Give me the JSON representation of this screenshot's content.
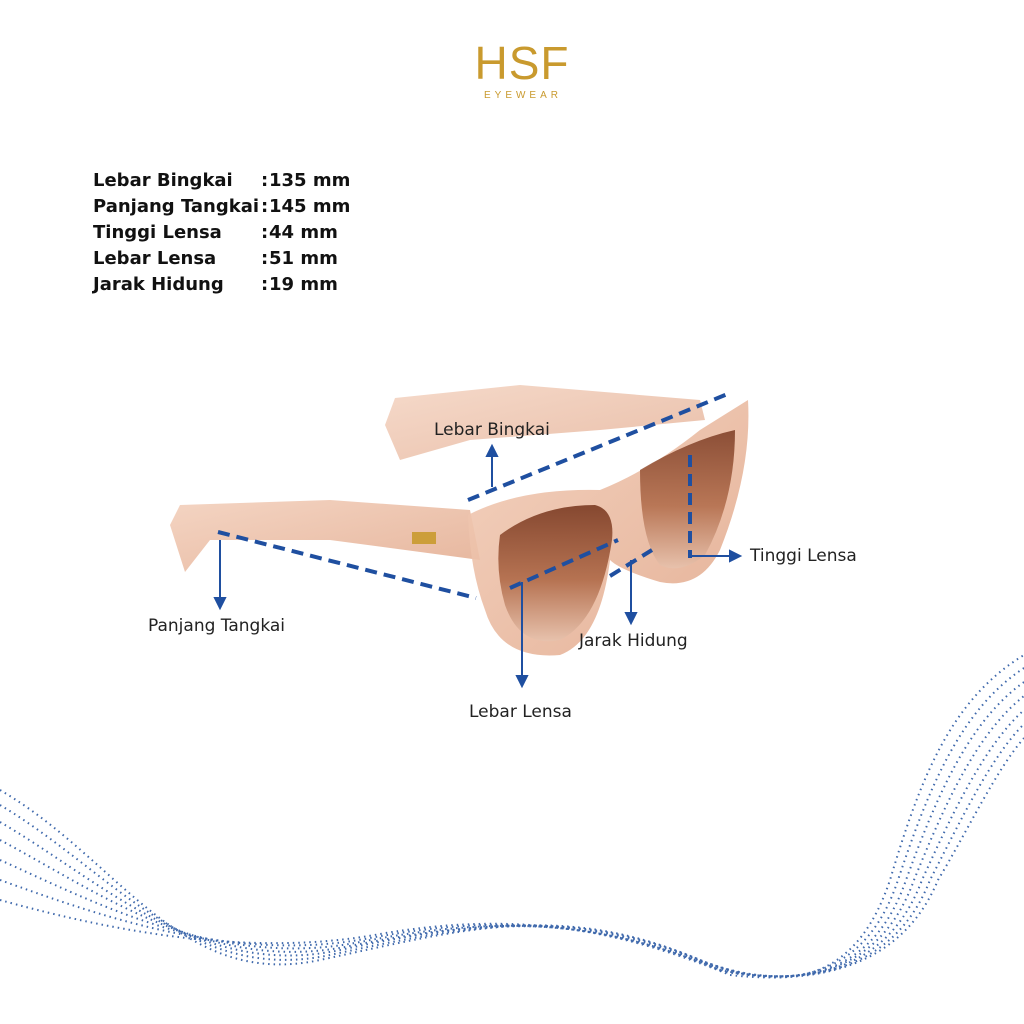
{
  "brand": {
    "name": "HSF",
    "sub": "EYEWEAR",
    "color": "#c99a2e"
  },
  "specs": [
    {
      "label": "Lebar Bingkai",
      "value": "135 mm"
    },
    {
      "label": "Panjang Tangkai",
      "value": "145 mm"
    },
    {
      "label": "Tinggi Lensa",
      "value": "44 mm"
    },
    {
      "label": "Lebar Lensa",
      "value": "51 mm"
    },
    {
      "label": "Jarak Hidung",
      "value": "19 mm"
    }
  ],
  "separator": ":",
  "annotations": {
    "frame_width": "Lebar Bingkai",
    "temple_length": "Panjang Tangkai",
    "lens_height": "Tinggi Lensa",
    "nose_distance": "Jarak Hidung",
    "lens_width": "Lebar Lensa"
  },
  "colors": {
    "dashed_lines": "#1f4fa0",
    "frame": "#e9b49a",
    "lens": "#a8583a",
    "wave": "#1e4f9e"
  }
}
